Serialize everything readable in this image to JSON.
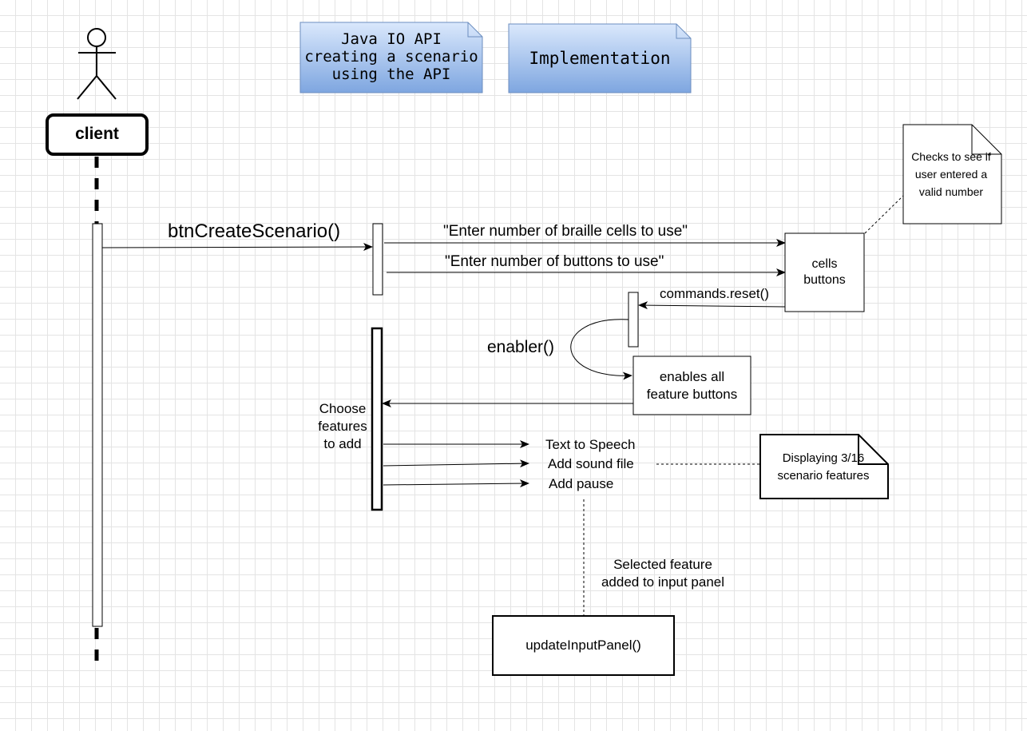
{
  "notes": {
    "java_io": [
      "Java IO API",
      "creating a scenario",
      "using the API"
    ],
    "implementation": "Implementation",
    "checks": [
      "Checks to see if",
      "user entered a",
      "valid number"
    ],
    "displaying": [
      "Displaying 3/16",
      "scenario features"
    ]
  },
  "actor": {
    "name": "client"
  },
  "messages": {
    "btn_create": "btnCreateScenario()",
    "enter_cells": "\"Enter number of braille cells to use\"",
    "enter_buttons": "\"Enter number of buttons to use\"",
    "commands_reset": "commands.reset()",
    "enabler": "enabler()"
  },
  "boxes": {
    "cells_buttons": [
      "cells",
      "buttons"
    ],
    "enables_all": [
      "enables all",
      "feature buttons"
    ],
    "update_input": "updateInputPanel()"
  },
  "choose_features": [
    "Choose",
    "features",
    "to add"
  ],
  "features": [
    "Text to Speech",
    "Add sound file",
    "Add pause"
  ],
  "selected_feature": [
    "Selected feature",
    "added to input panel"
  ],
  "colors": {
    "note_blue_top": "#dae8fc",
    "note_blue_bottom": "#7ea6e0",
    "note_blue_border": "#6c8ebf",
    "stroke": "#000000"
  }
}
